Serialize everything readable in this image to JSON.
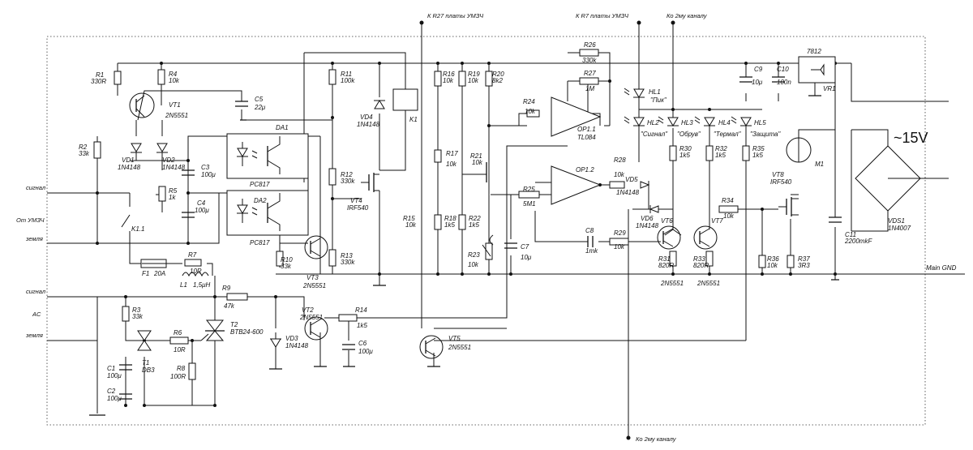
{
  "supply_label": "~15V",
  "notes": {
    "r27_umzch": "К R27 платы УМЗЧ",
    "r7_umzch": "К R7 платы УМЗЧ",
    "ch2_top": "Ко 2му каналу",
    "ch2_bottom": "Ко 2му каналу",
    "main_gnd": "Main GND"
  },
  "io": {
    "signal1": "сигнал",
    "from_umzch": "От УМЗЧ",
    "ground1": "земля",
    "signal2": "сигнал",
    "ac": "AC",
    "ground2": "земля"
  },
  "components": [
    {
      "ref": "R1",
      "value": "330R"
    },
    {
      "ref": "R2",
      "value": "33k"
    },
    {
      "ref": "R3",
      "value": "33k"
    },
    {
      "ref": "R4",
      "value": "10k"
    },
    {
      "ref": "R5",
      "value": "1k"
    },
    {
      "ref": "R6",
      "value": "10R"
    },
    {
      "ref": "R7",
      "value": "10R"
    },
    {
      "ref": "R8",
      "value": "100R"
    },
    {
      "ref": "R9",
      "value": "47k"
    },
    {
      "ref": "R10",
      "value": "33k"
    },
    {
      "ref": "R11",
      "value": "100k"
    },
    {
      "ref": "R12",
      "value": "330k"
    },
    {
      "ref": "R13",
      "value": "330k"
    },
    {
      "ref": "R14",
      "value": "1k5"
    },
    {
      "ref": "R15",
      "value": "10k"
    },
    {
      "ref": "R16",
      "value": "10k"
    },
    {
      "ref": "R17",
      "value": "10k"
    },
    {
      "ref": "R18",
      "value": "1k5"
    },
    {
      "ref": "R19",
      "value": "10k"
    },
    {
      "ref": "R20",
      "value": "8k2"
    },
    {
      "ref": "R21",
      "value": "10k"
    },
    {
      "ref": "R22",
      "value": "1k5"
    },
    {
      "ref": "R23",
      "value": "10k"
    },
    {
      "ref": "R24",
      "value": "10k"
    },
    {
      "ref": "R25",
      "value": "5M1"
    },
    {
      "ref": "R26",
      "value": "330k"
    },
    {
      "ref": "R27",
      "value": "1M"
    },
    {
      "ref": "R28",
      "value": "10k"
    },
    {
      "ref": "R29",
      "value": "10k"
    },
    {
      "ref": "R30",
      "value": "1k5"
    },
    {
      "ref": "R31",
      "value": "820R"
    },
    {
      "ref": "R32",
      "value": "1k5"
    },
    {
      "ref": "R33",
      "value": "820R"
    },
    {
      "ref": "R34",
      "value": "10k"
    },
    {
      "ref": "R35",
      "value": "1k5"
    },
    {
      "ref": "R36",
      "value": "10k"
    },
    {
      "ref": "R37",
      "value": "3R3"
    },
    {
      "ref": "C1",
      "value": "100μ"
    },
    {
      "ref": "C2",
      "value": "100μ"
    },
    {
      "ref": "C3",
      "value": "100μ"
    },
    {
      "ref": "C4",
      "value": "100μ"
    },
    {
      "ref": "C5",
      "value": "22μ"
    },
    {
      "ref": "C6",
      "value": "100μ"
    },
    {
      "ref": "C7",
      "value": "10μ"
    },
    {
      "ref": "C8",
      "value": "1mk"
    },
    {
      "ref": "C9",
      "value": "10μ"
    },
    {
      "ref": "C10",
      "value": "100n"
    },
    {
      "ref": "C11",
      "value": "2200mkF"
    },
    {
      "ref": "VD1",
      "value": "1N4148"
    },
    {
      "ref": "VD2",
      "value": "1N4148"
    },
    {
      "ref": "VD3",
      "value": "1N4148"
    },
    {
      "ref": "VD4",
      "value": "1N4148"
    },
    {
      "ref": "VD5",
      "value": "1N4148"
    },
    {
      "ref": "VD6",
      "value": "1N4148"
    },
    {
      "ref": "VT1",
      "value": "2N5551"
    },
    {
      "ref": "VT2",
      "value": "2N5551"
    },
    {
      "ref": "VT3",
      "value": "2N5551"
    },
    {
      "ref": "VT4",
      "value": "IRF540"
    },
    {
      "ref": "VT5",
      "value": "2N5551"
    },
    {
      "ref": "VT6",
      "value": "2N5551"
    },
    {
      "ref": "VT7",
      "value": "2N5551"
    },
    {
      "ref": "VT8",
      "value": "IRF540"
    },
    {
      "ref": "DA1",
      "value": "PC817"
    },
    {
      "ref": "DA2",
      "value": "PC817"
    },
    {
      "ref": "OP1.1",
      "value": "TL084"
    },
    {
      "ref": "OP1.2",
      "value": ""
    },
    {
      "ref": "T1",
      "value": "DB3"
    },
    {
      "ref": "T2",
      "value": "BTB24-600"
    },
    {
      "ref": "F1",
      "value": "20A"
    },
    {
      "ref": "L1",
      "value": "1,5μH"
    },
    {
      "ref": "K1",
      "value": ""
    },
    {
      "ref": "K1.1",
      "value": ""
    },
    {
      "ref": "VR1",
      "value": "7812"
    },
    {
      "ref": "VDS1",
      "value": "1N4007"
    },
    {
      "ref": "M1",
      "value": ""
    },
    {
      "ref": "HL1",
      "value": "\"Пик\""
    },
    {
      "ref": "HL2",
      "value": "\"Сигнал\""
    },
    {
      "ref": "HL3",
      "value": "\"Обрув\""
    },
    {
      "ref": "HL4",
      "value": "\"Термал\""
    },
    {
      "ref": "HL5",
      "value": "\"Защита\""
    }
  ]
}
